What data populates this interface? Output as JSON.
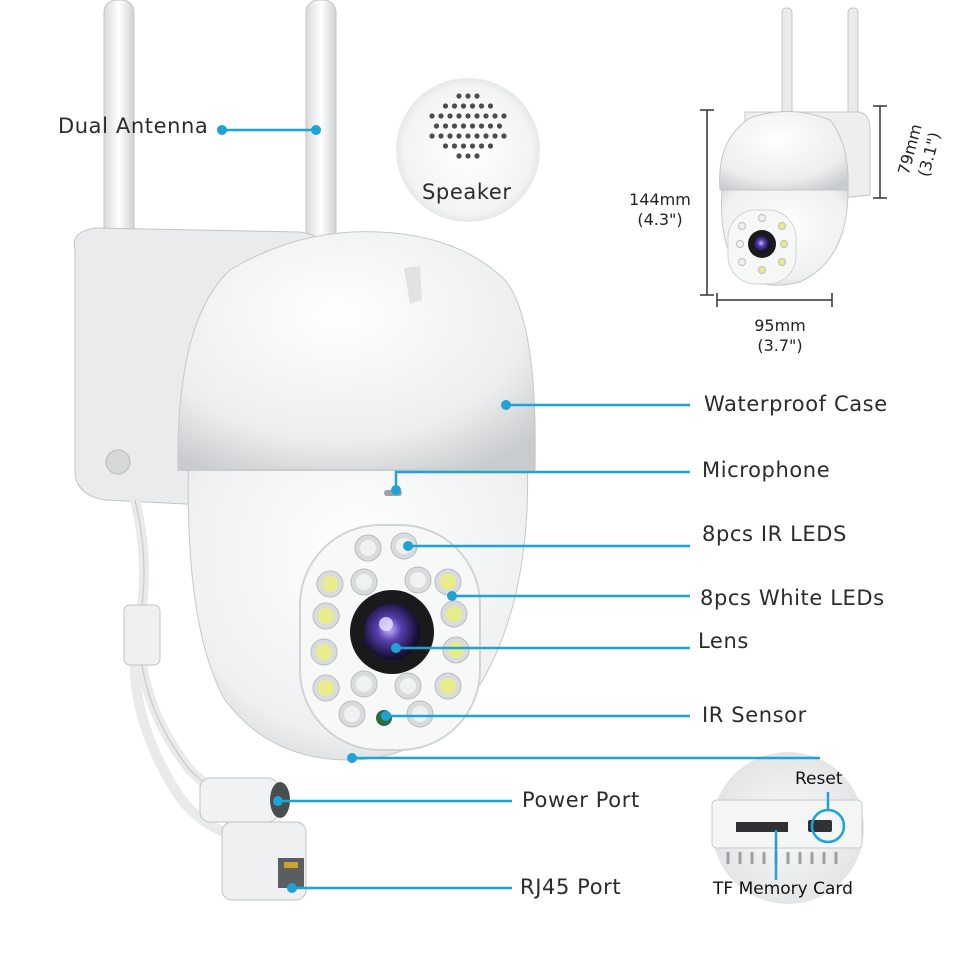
{
  "labels": {
    "dual_antenna": "Dual Antenna",
    "speaker": "Speaker",
    "waterproof_case": "Waterproof Case",
    "microphone": "Microphone",
    "ir_leds": "8pcs IR LEDS",
    "white_leds": "8pcs White LEDs",
    "lens": "Lens",
    "ir_sensor": "IR Sensor",
    "power_port": "Power Port",
    "rj45_port": "RJ45 Port",
    "reset": "Reset",
    "tf_card": "TF Memory Card"
  },
  "dimensions": {
    "height": "144mm",
    "height_in": "(4.3\")",
    "width": "95mm",
    "width_in": "(3.7\")",
    "depth": "79mm",
    "depth_in": "(3.1\")"
  },
  "colors": {
    "callout_line": "#1fa3d6",
    "led_white": "#eef2f2",
    "led_yellow": "#e9ec8a",
    "lens_purple": "#5a3fb0"
  }
}
